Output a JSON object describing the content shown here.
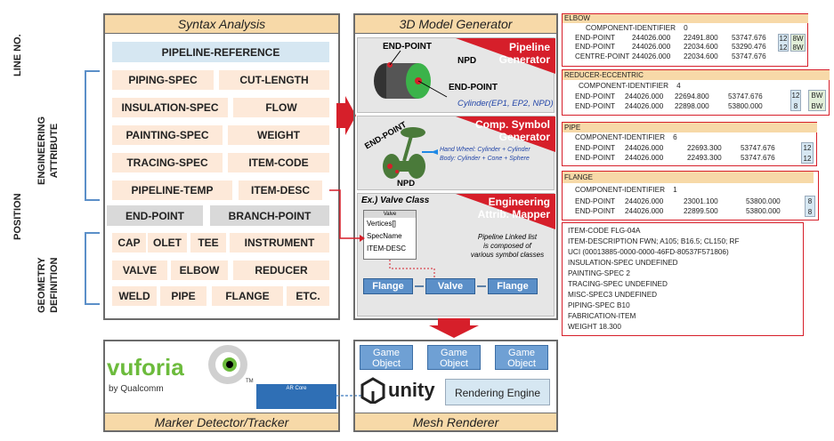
{
  "side_labels": {
    "line_no": "LINE NO.",
    "engineering_attribute": [
      "ENGINEERING",
      "ATTRIBUTE"
    ],
    "position": "POSITION",
    "geometry_definition": [
      "GEOMETRY",
      "DEFINITION"
    ]
  },
  "syntax_analysis": {
    "title": "Syntax Analysis",
    "pipeline_reference": "PIPELINE-REFERENCE",
    "attributes": [
      "PIPING-SPEC",
      "CUT-LENGTH",
      "INSULATION-SPEC",
      "FLOW",
      "PAINTING-SPEC",
      "WEIGHT",
      "TRACING-SPEC",
      "ITEM-CODE",
      "PIPELINE-TEMP",
      "ITEM-DESC"
    ],
    "positions": [
      "END-POINT",
      "BRANCH-POINT"
    ],
    "geometry": [
      "CAP",
      "OLET",
      "TEE",
      "INSTRUMENT",
      "VALVE",
      "ELBOW",
      "REDUCER",
      "WELD",
      "PIPE",
      "FLANGE",
      "ETC."
    ]
  },
  "model_generator": {
    "title": "3D Model Generator",
    "pipeline_generator": {
      "label": [
        "Pipeline",
        "Generator"
      ],
      "end_point_top": "END-POINT",
      "npd": "NPD",
      "end_point_bottom": "END-POINT",
      "formula": "Cylinder(EP1, EP2, NPD)"
    },
    "symbol_generator": {
      "label": [
        "Comp. Symbol",
        "Generator"
      ],
      "end_point": "END-POINT",
      "npd": "NPD",
      "hand_wheel": "Hand Wheel: Cylinder + Cylinder",
      "body": "Body: Cylinder + Cone + Sphere"
    },
    "attrib_mapper": {
      "label": [
        "Engineering",
        "Attrib. Mapper"
      ],
      "example": "Ex.) Valve Class",
      "class_header": "Valve",
      "class_fields": [
        "Vertices[]",
        "SpecName",
        "ITEM-DESC"
      ],
      "note": [
        "Pipeline Linked list",
        "is composed of",
        "various symbol classes"
      ],
      "linked_list": [
        "Flange",
        "Valve",
        "Flange"
      ]
    }
  },
  "marker_detector": {
    "title": "Marker Detector/Tracker",
    "brand": "vuforia",
    "byline": "by Qualcomm",
    "tm": "TM",
    "ar_core": "AR Core"
  },
  "mesh_renderer": {
    "title": "Mesh Renderer",
    "game_objects": [
      "Game Object",
      "Game Object",
      "Game Object"
    ],
    "unity": "unity",
    "rendering_engine": "Rendering Engine"
  },
  "records": {
    "elbow": {
      "header": "ELBOW",
      "identifier": "COMPONENT-IDENTIFIER    0",
      "rows": [
        {
          "name": "END-POINT",
          "x": "244026.000",
          "y": "22491.800",
          "z": "53747.676",
          "npd": "12",
          "tag": "8W"
        },
        {
          "name": "END-POINT",
          "x": "244026.000",
          "y": "22034.600",
          "z": "53290.476",
          "npd": "12",
          "tag": "8W"
        },
        {
          "name": "CENTRE-POINT",
          "x": "244026.000",
          "y": "22034.600",
          "z": "53747.676",
          "npd": "",
          "tag": ""
        }
      ]
    },
    "reducer": {
      "header": "REDUCER-ECCENTRIC",
      "identifier": "COMPONENT-IDENTIFIER    4",
      "rows": [
        {
          "name": "END-POINT",
          "x": "244026.000",
          "y": "22694.800",
          "z": "53747.676",
          "npd": "12",
          "tag": "BW"
        },
        {
          "name": "END-POINT",
          "x": "244026.000",
          "y": "22898.000",
          "z": "53800.000",
          "npd": "8",
          "tag": "BW"
        }
      ]
    },
    "pipe": {
      "header": "PIPE",
      "identifier": "COMPONENT-IDENTIFIER    6",
      "rows": [
        {
          "name": "END-POINT",
          "x": "244026.000",
          "y": "22693.300",
          "z": "53747.676",
          "npd": "12",
          "tag": ""
        },
        {
          "name": "END-POINT",
          "x": "244026.000",
          "y": "22493.300",
          "z": "53747.676",
          "npd": "12",
          "tag": ""
        }
      ]
    },
    "flange": {
      "header": "FLANGE",
      "identifier": "COMPONENT-IDENTIFIER    1",
      "rows": [
        {
          "name": "END-POINT",
          "x": "244026.000",
          "y": "23001.100",
          "z": "53800.000",
          "npd": "8",
          "tag": ""
        },
        {
          "name": "END-POINT",
          "x": "244026.000",
          "y": "22899.500",
          "z": "53800.000",
          "npd": "8",
          "tag": ""
        }
      ]
    },
    "item_info": [
      "ITEM-CODE    FLG-04A",
      "ITEM-DESCRIPTION    FWN; A105; B16.5; CL150; RF",
      "UCI    (00013885-0000-0000-46FD-80537F571806)",
      "INSULATION-SPEC    UNDEFINED",
      "PAINTING-SPEC    2",
      "TRACING-SPEC    UNDEFINED",
      "MISC-SPEC3    UNDEFINED",
      "PIPING-SPEC    B10",
      "FABRICATION-ITEM",
      "WEIGHT    18.300"
    ]
  },
  "colors": {
    "panel_title_bg": "#f7d9a8",
    "chip_bg": "#fde9d9",
    "position_chip_bg": "#d9d9d9",
    "reference_bg": "#d6e7f2",
    "accent_red": "#d61f2a",
    "blue_box": "#5b8fc8"
  }
}
